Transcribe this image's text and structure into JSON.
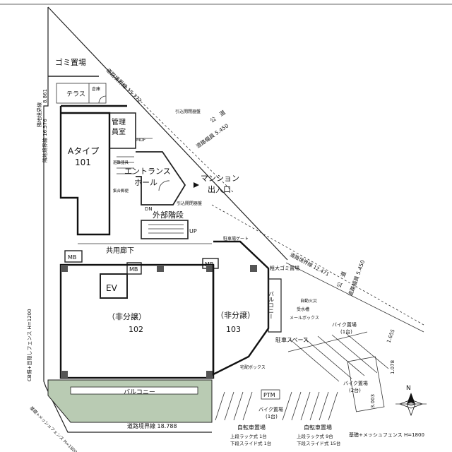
{
  "labels": {
    "garbage": "ゴミ置場",
    "terrace": "テラス",
    "storage": "倉庫",
    "manager_1": "管理",
    "manager_2": "員室",
    "unit_a_type": "Aタイプ",
    "unit_a_no": "101",
    "entrance_1": "エントランス",
    "entrance_2": "ホール",
    "mansion_1": "マンション",
    "mansion_2": "出入口",
    "outer_stairs": "外部階段",
    "stair_up": "UP",
    "stair_dn": "DN",
    "corridor": "共用廊下",
    "ev": "EV",
    "mb1": "MB",
    "mb2": "MB",
    "mb3": "MB",
    "mpf": "MDF",
    "unit_102_1": "（非分譲）",
    "unit_102_2": "102",
    "unit_103_1": "（非分譲）",
    "unit_103_2": "103",
    "balcony_102": "バルコニー",
    "balcony_103": "バルコニー",
    "ptm": "PTM",
    "road_1": "公　道",
    "road_1_width": "道路幅員 5.450",
    "road_2": "公　道",
    "road_2_width": "道路幅員 5.450",
    "boundary_top": "道路境界線 15.772",
    "boundary_left": "隣地境界線 16.576",
    "boundary_left2": "隣地境界線",
    "boundary_bottom": "道路境界線 18.788",
    "boundary_right": "道路境界線 12.471",
    "dim_861": "8.861",
    "dim_1655": "1.655",
    "dim_1078": "1.078",
    "dim_3003": "3.003",
    "fence_left": "CB塀+目隠しフェンス H=1200",
    "fence_bottom": "基礎+メッシュフェンス H=1800",
    "fence_bl": "基礎+メッシュフェンス H=1800",
    "garbage_big": "粗大ゴミ置場",
    "bike_top": "バイク置場",
    "bike_top_n": "(1台)",
    "bike_right": "バイク置場",
    "bike_right_n": "(2台)",
    "bike_bottom": "バイク置場",
    "bike_bottom_n": "(1台)",
    "parking": "駐車スペース",
    "bicycle_1": "自転車置場",
    "bicycle_1a": "上段ラック式 1台",
    "bicycle_1b": "下段スライド式 1台",
    "bicycle_2": "自転車置場",
    "bicycle_2a": "上段ラック式 9台",
    "bicycle_2b": "下段スライド式 15台",
    "intercom_top": "引込開閉器盤",
    "intercom_a": "引込開閉器盤",
    "intercom_b": "自動火災",
    "intercom_c": "受水槽",
    "mailbox": "メールボックス",
    "delivery": "宅配ボックス",
    "parking_gate": "駐車場ゲート",
    "entrance_small_1": "避難器具",
    "entrance_small_2": "集合郵便",
    "north": "N"
  },
  "colors": {
    "line": "#222222",
    "balcony_fill": "#b9cbb3",
    "bg": "#ffffff"
  }
}
